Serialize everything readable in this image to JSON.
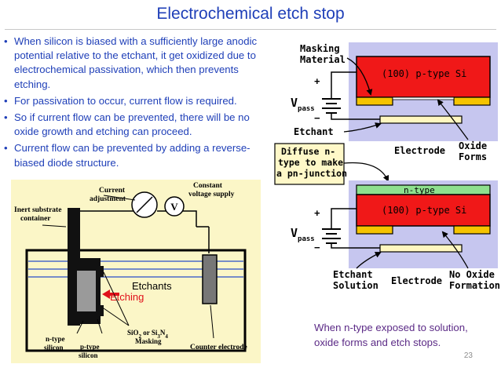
{
  "slide": {
    "title": "Electrochemical etch stop",
    "bullets": [
      "When silicon is biased with a sufficiently large anodic potential relative to the etchant, it get oxidized due to electrochemical passivation, which then prevents etching.",
      "For passivation to occur, current flow is required.",
      "So if current flow can be prevented, there will be no oxide growth and etching can proceed.",
      "Current flow can be prevented by adding a reverse-biased diode structure."
    ],
    "caption_line1": "When n-type exposed to solution,",
    "caption_line2": "oxide forms and etch stops.",
    "page_number": "23"
  },
  "apparatus": {
    "current_adjustment_1": "Current",
    "current_adjustment_2": "adjustment",
    "constant_voltage_1": "Constant",
    "constant_voltage_2": "voltage supply",
    "meter_symbol": "V",
    "inert_1": "Inert substrate",
    "inert_2": "container",
    "etchants": "Etchants",
    "etching": "Etching",
    "masking_1": "SiO",
    "masking_sub1": "2",
    "masking_or": " or Si",
    "masking_sub2": "3",
    "masking_n": "N",
    "masking_sub3": "4",
    "masking_2": "Masking",
    "ntype_1": "n-type",
    "ntype_2": "silicon",
    "ptype_1": "p-type",
    "ptype_2": "silicon",
    "counter": "Counter electrode",
    "colors": {
      "panel_bg": "#fbf6c7",
      "liquid_line": "#4a68c8",
      "etching_arrow": "#e0101a"
    }
  },
  "top_diagram": {
    "masking_1": "Masking",
    "masking_2": "Material",
    "si_label": "(100) p-type Si",
    "plus": "+",
    "minus": "−",
    "vpass": "V",
    "vpass_sub": "pass",
    "etchant": "Etchant",
    "electrode": "Electrode",
    "oxide_1": "Oxide",
    "oxide_2": "Forms",
    "colors": {
      "panel_bg": "#c6c6ef",
      "si": "#f01818",
      "mask": "#f5c400",
      "electrode": "#fff7c0"
    }
  },
  "diffuse_box": {
    "line1": "Diffuse n-",
    "line2": "type to make",
    "line3": "a pn-junction",
    "color": "#fff8c8"
  },
  "bottom_diagram": {
    "ntype": "n-type",
    "si_label": "(100) p-type Si",
    "plus": "+",
    "minus": "−",
    "vpass": "V",
    "vpass_sub": "pass",
    "etchant_1": "Etchant",
    "etchant_2": "Solution",
    "electrode": "Electrode",
    "no_oxide_1": "No Oxide",
    "no_oxide_2": "Formation",
    "colors": {
      "panel_bg": "#c6c6ef",
      "ntype_layer": "#8ee08e",
      "si": "#f01818",
      "mask": "#f5c400"
    }
  }
}
